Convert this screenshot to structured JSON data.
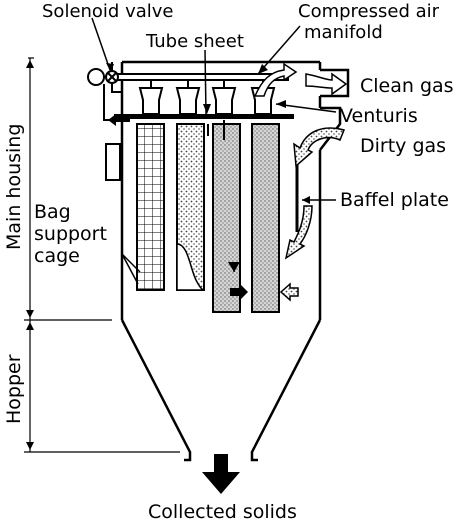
{
  "labels": {
    "solenoid_valve": "Solenoid valve",
    "compressed_air_1": "Compressed air",
    "compressed_air_2": "manifold",
    "tube_sheet": "Tube sheet",
    "clean_gas": "Clean gas",
    "venturis": "Venturis",
    "dirty_gas": "Dirty gas",
    "baffle_plate": "Baffel plate",
    "bag_support_1": "Bag",
    "bag_support_2": "support",
    "bag_support_3": "cage",
    "main_housing": "Main housing",
    "hopper": "Hopper",
    "collected_solids": "Collected solids"
  },
  "colors": {
    "line": "#000000",
    "bag_fill": "#c9c9c9",
    "white": "#ffffff"
  },
  "icons": {
    "valve": "solenoid-valve-icon",
    "flow_arrow": "flow-arrow-icon",
    "output_arrow": "down-arrow-icon"
  }
}
